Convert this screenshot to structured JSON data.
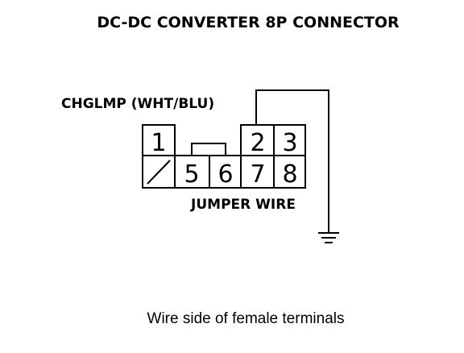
{
  "title": "DC-DC CONVERTER 8P CONNECTOR",
  "wire_label": "CHGLMP (WHT/BLU)",
  "jumper_label": "JUMPER WIRE",
  "caption": "Wire side of female terminals",
  "pins": {
    "p1": "1",
    "p2": "2",
    "p3": "3",
    "p5": "5",
    "p6": "6",
    "p7": "7",
    "p8": "8"
  },
  "icons": {
    "ground": "ground-symbol-icon",
    "blank_cavity": "diagonal-slash-icon"
  }
}
